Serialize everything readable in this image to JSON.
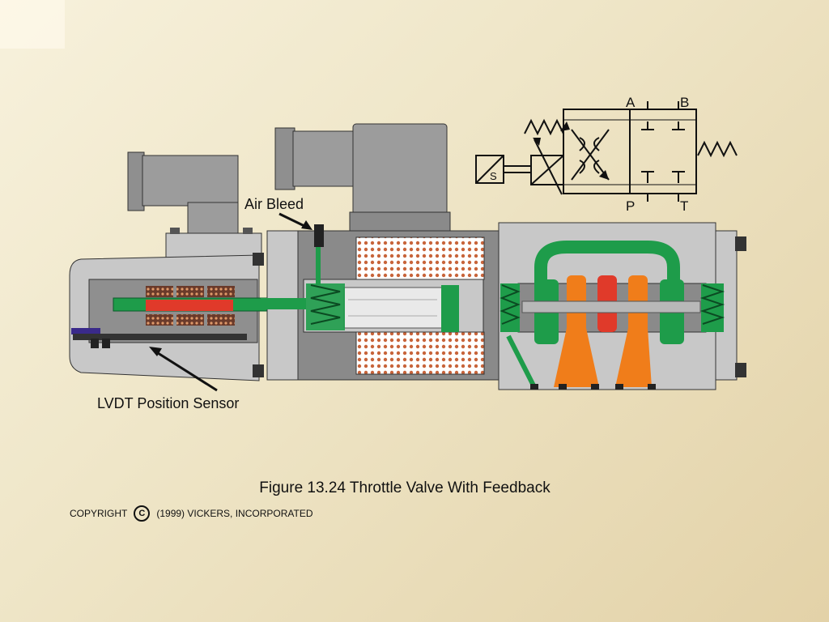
{
  "labels": {
    "air_bleed": "Air Bleed",
    "lvdt_sensor": "LVDT Position Sensor",
    "port_a": "A",
    "port_b": "B",
    "port_p": "P",
    "port_t": "T",
    "solenoid_s": "S"
  },
  "caption": "Figure 13.24 Throttle Valve With Feedback",
  "copyright": {
    "prefix": "COPYRIGHT",
    "symbol": "C",
    "text": "(1999) VICKERS, INCORPORATED"
  },
  "colors": {
    "body_gray": "#c8c8c8",
    "dark_gray": "#8a8a8a",
    "green": "#1e9c4a",
    "orange": "#f07d1a",
    "red": "#e03a2a"
  }
}
